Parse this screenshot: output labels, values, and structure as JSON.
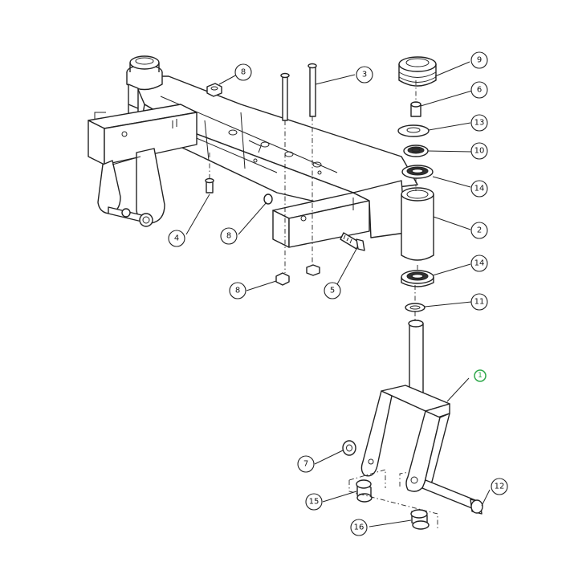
{
  "diagram": {
    "callouts": [
      {
        "id": "c9",
        "label": "9"
      },
      {
        "id": "c8a",
        "label": "8"
      },
      {
        "id": "c3",
        "label": "3"
      },
      {
        "id": "c6",
        "label": "6"
      },
      {
        "id": "c13",
        "label": "13"
      },
      {
        "id": "c10",
        "label": "10"
      },
      {
        "id": "c14a",
        "label": "14"
      },
      {
        "id": "c2",
        "label": "2"
      },
      {
        "id": "c4",
        "label": "4"
      },
      {
        "id": "c8b",
        "label": "8"
      },
      {
        "id": "c14b",
        "label": "14"
      },
      {
        "id": "c11",
        "label": "11"
      },
      {
        "id": "c8c",
        "label": "8"
      },
      {
        "id": "c5",
        "label": "5"
      },
      {
        "id": "c1",
        "label": "1"
      },
      {
        "id": "c7",
        "label": "7"
      },
      {
        "id": "c12",
        "label": "12"
      },
      {
        "id": "c15",
        "label": "15"
      },
      {
        "id": "c16",
        "label": "16"
      }
    ],
    "highlight_color": "#2ea84a"
  }
}
